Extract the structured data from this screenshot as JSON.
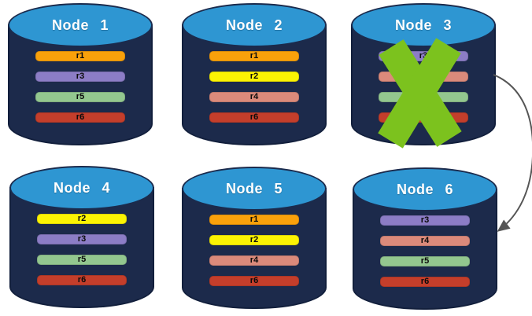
{
  "diagram": {
    "description": "Six database nodes holding replicated partitions; Node 3 has failed and its replicas are redirected to Node 6"
  },
  "nodes": [
    {
      "label": "Node 1",
      "replicas": [
        "r1",
        "r3",
        "r5",
        "r6"
      ],
      "failed": false
    },
    {
      "label": "Node 2",
      "replicas": [
        "r1",
        "r2",
        "r4",
        "r6"
      ],
      "failed": false
    },
    {
      "label": "Node 3",
      "replicas": [
        "r3",
        "r4",
        "r5",
        "r6"
      ],
      "failed": true
    },
    {
      "label": "Node 4",
      "replicas": [
        "r2",
        "r3",
        "r5",
        "r6"
      ],
      "failed": false
    },
    {
      "label": "Node 5",
      "replicas": [
        "r1",
        "r2",
        "r4",
        "r6"
      ],
      "failed": false
    },
    {
      "label": "Node 6",
      "replicas": [
        "r3",
        "r4",
        "r5",
        "r6"
      ],
      "failed": false
    }
  ],
  "replica_colors": {
    "r1": "#F9A10B",
    "r2": "#FBF303",
    "r3": "#8C7DC6",
    "r4": "#DB8A7B",
    "r5": "#93C78F",
    "r6": "#C43E2B"
  },
  "colors": {
    "cylinder_body": "#1C2A4B",
    "cylinder_body_border": "#121F3C",
    "cylinder_top": "#2E96D2",
    "cylinder_top_border": "#1B2B4D",
    "node_label_text": "#FFFFFF",
    "replica_label_text": "#0B0B0B",
    "failure_x": "#7CC21E",
    "arrow": "#555555"
  },
  "failure": {
    "node": "Node 3",
    "marker": "green-x"
  },
  "arrow": {
    "from": "Node 3",
    "to": "Node 6"
  }
}
